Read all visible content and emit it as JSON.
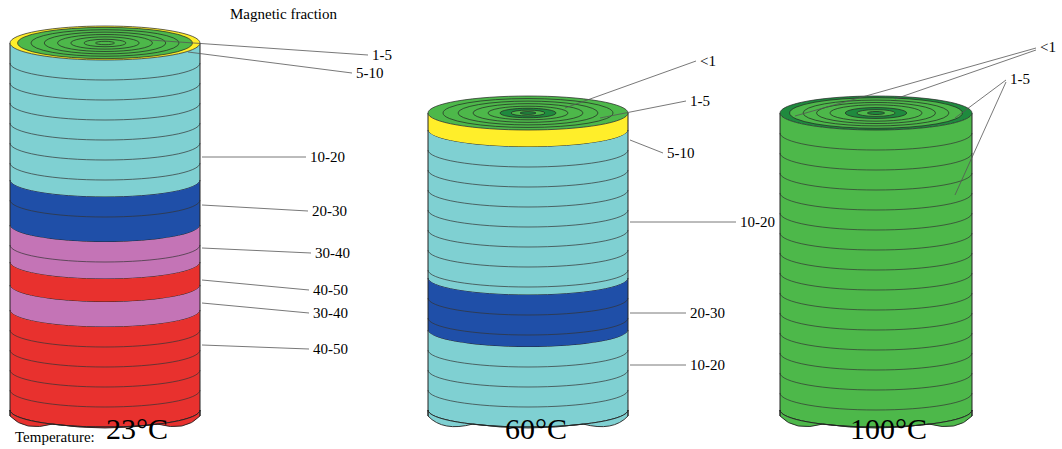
{
  "diagram": {
    "labels": [
      "Magnetic fraction",
      "1-5",
      "5-10",
      "10-20",
      "20-30",
      "30-40",
      "40-50",
      "30-40",
      "40-50",
      "<1",
      "1-5",
      "5-10",
      "10-20",
      "20-30",
      "10-20",
      "<1",
      "1-5",
      "Temperature:",
      "23°C",
      "60°C",
      "100°C"
    ]
  }
}
